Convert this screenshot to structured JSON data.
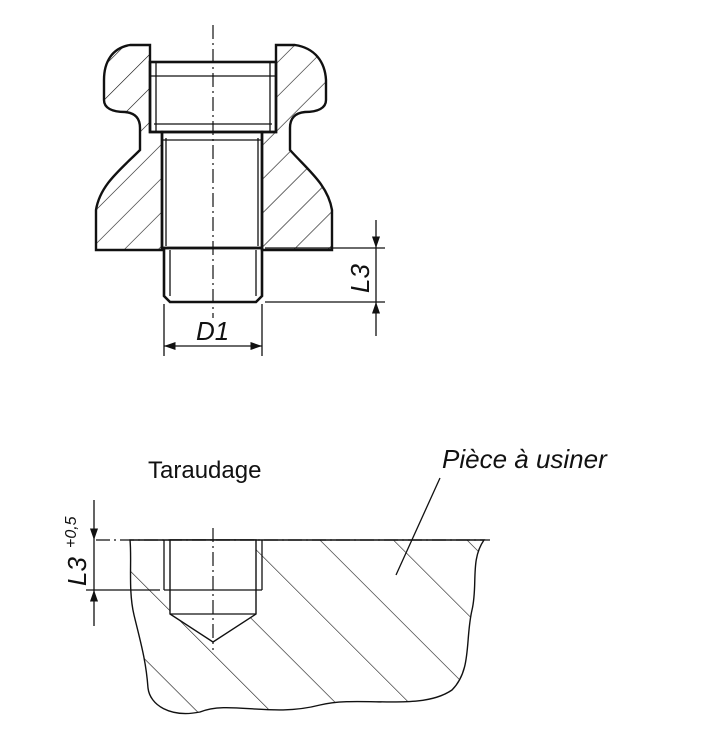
{
  "top_view": {
    "dimension_d1": "D1",
    "dimension_l3": "L3"
  },
  "bottom_view": {
    "title": "Taraudage",
    "workpiece_label": "Pièce à usiner",
    "dimension_l3": "L3",
    "tolerance": "+0,5"
  }
}
